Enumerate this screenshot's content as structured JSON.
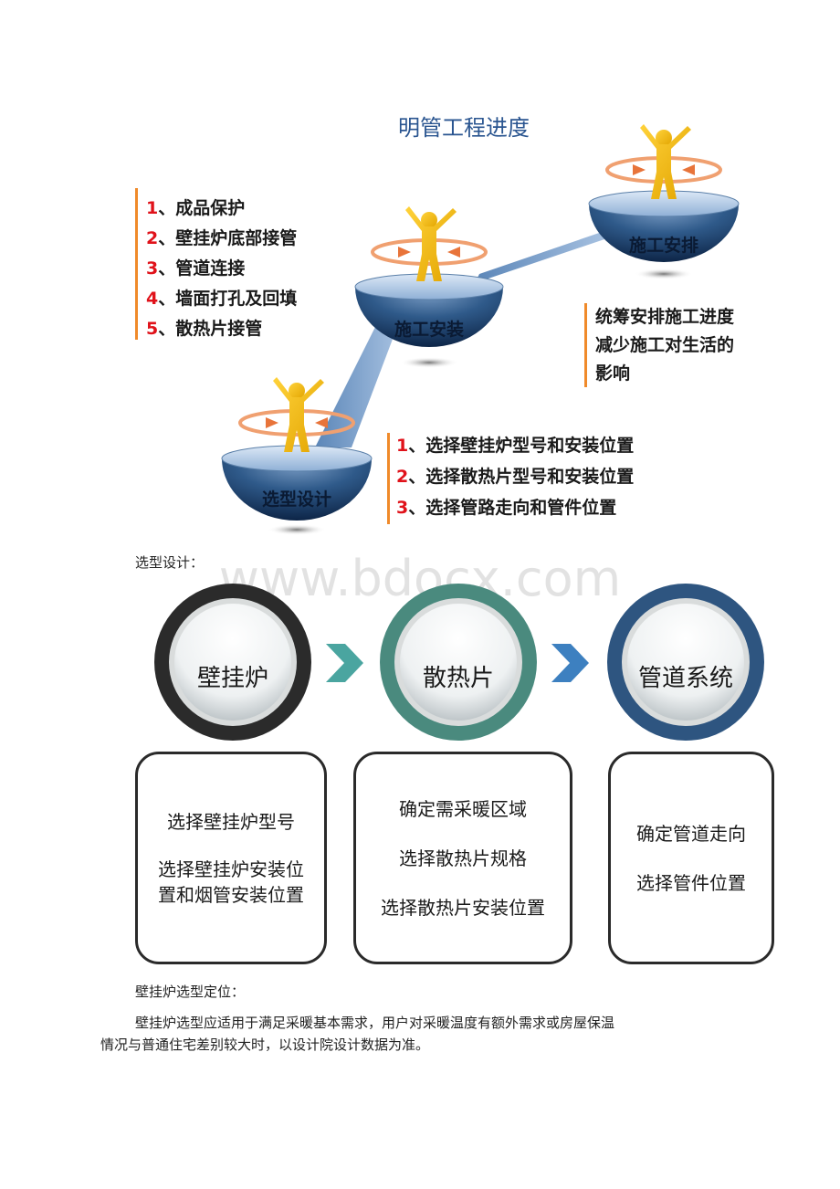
{
  "diagram": {
    "title": "明管工程进度",
    "stages": [
      {
        "label": "选型设计"
      },
      {
        "label": "施工安装"
      },
      {
        "label": "施工安排"
      }
    ],
    "install_list": [
      {
        "num": "1",
        "text": "、成品保护"
      },
      {
        "num": "2",
        "text": "、壁挂炉底部接管"
      },
      {
        "num": "3",
        "text": "、管道连接"
      },
      {
        "num": "4",
        "text": "、墙面打孔及回填"
      },
      {
        "num": "5",
        "text": "、散热片接管"
      }
    ],
    "arrange_note": [
      "统筹安排施工进度",
      "减少施工对生活的",
      "影响"
    ],
    "design_list": [
      {
        "num": "1",
        "text": "、选择壁挂炉型号和安装位置"
      },
      {
        "num": "2",
        "text": "、选择散热片型号和安装位置"
      },
      {
        "num": "3",
        "text": "、选择管路走向和管件位置"
      }
    ]
  },
  "watermark": "www.bdocx.com",
  "section_caption_1": "选型设计：",
  "flow": {
    "items": [
      {
        "label": "壁挂炉",
        "ring": "#2b2b2b",
        "lines": [
          "选择壁挂炉型号",
          "选择壁挂炉安装位",
          "置和烟管安装位置"
        ]
      },
      {
        "label": "散热片",
        "ring": "#4a8a7e",
        "lines": [
          "确定需采暖区域",
          "选择散热片规格",
          "选择散热片安装位置"
        ]
      },
      {
        "label": "管道系统",
        "ring": "#2e5580",
        "lines": [
          "确定管道走向",
          "选择管件位置"
        ]
      }
    ],
    "arrow_colors": [
      "#4aa5a0",
      "#3d80c0"
    ]
  },
  "section_caption_2": "壁挂炉选型定位：",
  "paragraph": [
    "壁挂炉选型应适用于满足采暖基本需求，用户对采暖温度有额外需求或房屋保温",
    "情况与普通住宅差别较大时，以设计院设计数据为准。"
  ]
}
